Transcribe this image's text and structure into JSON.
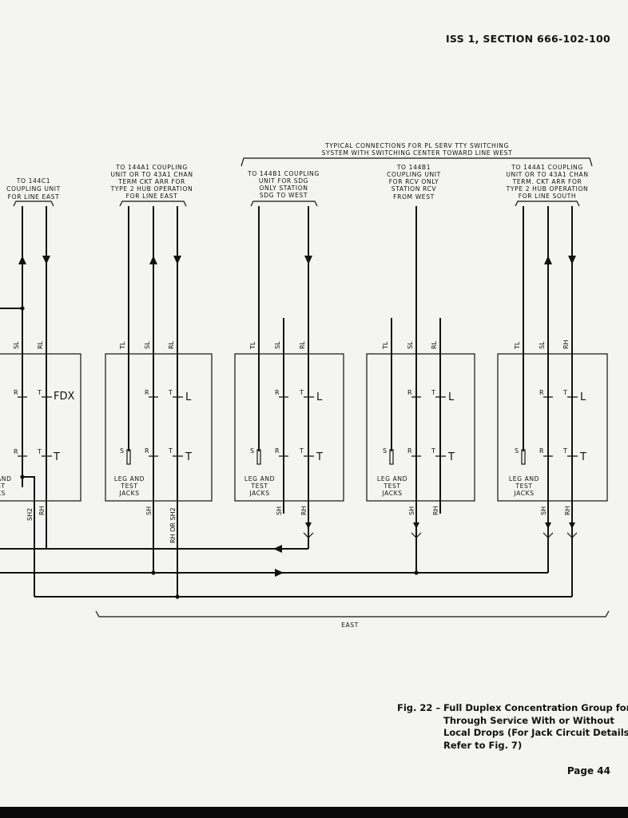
{
  "header": {
    "section": "ISS 1, SECTION 666-102-100"
  },
  "typical_note": [
    "TYPICAL CONNECTIONS FOR PL SERV TTY SWITCHING",
    "SYSTEM WITH SWITCHING CENTER TOWARD LINE WEST"
  ],
  "groups": [
    {
      "dest": [
        "TO 144C1",
        "COUPLING UNIT",
        "FOR LINE EAST"
      ],
      "top_labels": [
        "SL",
        "RL"
      ],
      "jack_label": "FDX",
      "box_text": [
        "AND",
        "ST",
        "KS"
      ],
      "bottom_labels": [
        "SH2",
        "RH"
      ]
    },
    {
      "dest": [
        "TO 144A1 COUPLING",
        "UNIT OR TO 43A1 CHAN",
        "TERM CKT ARR FOR",
        "TYPE 2 HUB OPERATION",
        "FOR LINE EAST"
      ],
      "top_labels": [
        "TL",
        "SL",
        "RL"
      ],
      "jack_label": "L",
      "box_text": [
        "LEG AND",
        "TEST",
        "JACKS"
      ],
      "bottom_labels": [
        "SH",
        "RH OR SH2"
      ]
    },
    {
      "dest": [
        "TO 144B1 COUPLING",
        "UNIT FOR SDG",
        "ONLY STATION",
        "SDG TO WEST"
      ],
      "top_labels": [
        "TL",
        "SL",
        "RL"
      ],
      "jack_label": "L",
      "box_text": [
        "LEG AND",
        "TEST",
        "JACKS"
      ],
      "bottom_labels": [
        "SH",
        "RH"
      ]
    },
    {
      "dest": [
        "TO 144B1",
        "COUPLING UNIT",
        "FOR RCV ONLY",
        "STATION RCV",
        "FROM WEST"
      ],
      "top_labels": [
        "TL",
        "SL",
        "RL"
      ],
      "jack_label": "L",
      "box_text": [
        "LEG AND",
        "TEST",
        "JACKS"
      ],
      "bottom_labels": [
        "SH",
        "RH"
      ]
    },
    {
      "dest": [
        "TO 144A1 COUPLING",
        "UNIT OR TO 43A1 CHAN",
        "TERM. CKT ARR FOR",
        "TYPE 2 HUB OPERATION",
        "FOR LINE SOUTH"
      ],
      "top_labels": [
        "TL",
        "SL",
        "RH"
      ],
      "jack_label": "L",
      "box_text": [
        "LEG AND",
        "TEST",
        "JACKS"
      ],
      "bottom_labels": [
        "SH",
        "RH"
      ]
    }
  ],
  "jack_letters": {
    "r": "R",
    "t": "T",
    "s": "S",
    "test": "T"
  },
  "east_label": "EAST",
  "caption": {
    "fig": "Fig. 22 –",
    "text": "Full Duplex Concentration Group for Through Service With or Without Local Drops (For Jack Circuit Details Refer to Fig. 7)"
  },
  "page": "Page 44"
}
